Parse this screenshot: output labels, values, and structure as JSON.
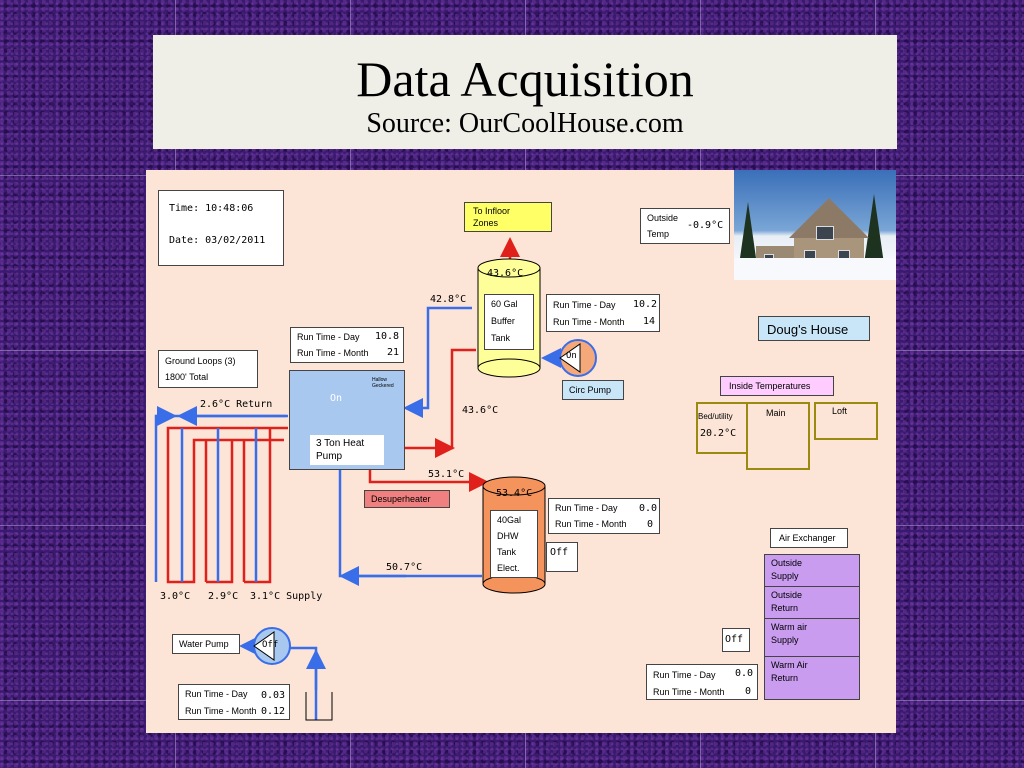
{
  "slide": {
    "title": "Data Acquisition",
    "subtitle": "Source: OurCoolHouse.com"
  },
  "status": {
    "time": "Time: 10:48:06",
    "date": "Date: 03/02/2011"
  },
  "outside": {
    "label": "Outside\nTemp",
    "label_line1": "Outside",
    "label_line2": "Temp",
    "value": "-0.9°C"
  },
  "house_label": "Doug's House",
  "infloor": {
    "line1": "To Infloor",
    "line2": "Zones"
  },
  "buffer_tank": {
    "temp": "43.6°C",
    "line1": "60 Gal",
    "line2": "Buffer",
    "line3": "Tank",
    "run_day_label": "Run Time - Day",
    "run_day": "10.2",
    "run_month_label": "Run Time - Month",
    "run_month": "14"
  },
  "circ_pump": {
    "state": "On",
    "label": "Circ Pump"
  },
  "heat_pump": {
    "run_day_label": "Run Time - Day",
    "run_day": "10.8",
    "run_month_label": "Run Time - Month",
    "run_month": "21",
    "state": "On",
    "small_label": "Hallow Geckered",
    "line1": "3 Ton Heat",
    "line2": "Pump"
  },
  "ground_loops": {
    "line1": "Ground Loops (3)",
    "line2": "1800'  Total"
  },
  "temps": {
    "return_temp": "2.6°C  Return",
    "to_buffer": "42.8°C",
    "from_buffer": "43.6°C",
    "desuper_out": "53.1°C",
    "dhw_return": "50.7°C",
    "loop1": "3.0°C",
    "loop2": "2.9°C",
    "loop3": "3.1°C Supply"
  },
  "desuperheater": "Desuperheater",
  "dhw_tank": {
    "temp": "53.4°C",
    "line1": "40Gal",
    "line2": "DHW",
    "line3": "Tank",
    "line4": "Elect.",
    "run_day_label": "Run Time - Day",
    "run_day": "0.0",
    "run_month_label": "Run Time - Month",
    "run_month": "0",
    "state": "Off"
  },
  "inside": {
    "header": "Inside Temperatures",
    "bed_label": "Bed/utility",
    "bed_value": "20.2°C",
    "main_label": "Main",
    "loft_label": "Loft"
  },
  "air_exchanger": {
    "header": "Air Exchanger",
    "rows": [
      {
        "line1": "Outside",
        "line2": "Supply"
      },
      {
        "line1": "Outside",
        "line2": "Return"
      },
      {
        "line1": "Warm air",
        "line2": "Supply"
      },
      {
        "line1": "Warm Air",
        "line2": "Return"
      }
    ],
    "state": "Off",
    "run_day_label": "Run Time - Day",
    "run_day": "0.0",
    "run_month_label": "Run Time - Month",
    "run_month": "0"
  },
  "water_pump": {
    "label": "Water Pump",
    "state": "Off",
    "run_day_label": "Run Time - Day",
    "run_day": "0.03",
    "run_month_label": "Run Time - Month",
    "run_month": "0.12"
  },
  "colors": {
    "hot_pipe": "#e0201a",
    "cold_pipe": "#3a6ee8",
    "buffer_tank": "#ffff99",
    "dhw_tank": "#f5935c",
    "heat_pump": "#a8c8f0",
    "air_exchanger": "#c99cf0",
    "inside_border": "#9a8a10",
    "panel_bg": "#fce4d6"
  }
}
